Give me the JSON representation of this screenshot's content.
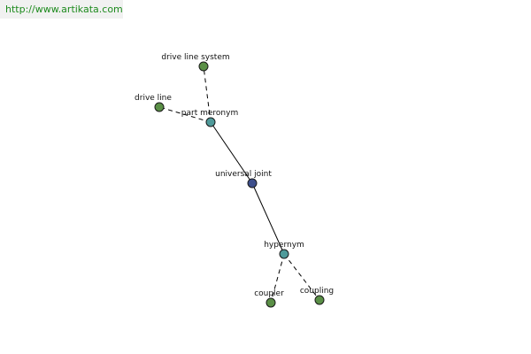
{
  "watermark": {
    "text": "http://www.artikata.com"
  },
  "colors": {
    "leaf_node": "#5a8f46",
    "relation_node": "#4f9a9a",
    "focus_node": "#3d4f8c"
  },
  "nodes": {
    "drive_line_system": {
      "label": "drive line system",
      "kind": "leaf"
    },
    "drive_line": {
      "label": "drive line",
      "kind": "leaf"
    },
    "part_meronym": {
      "label": "part meronym",
      "kind": "relation"
    },
    "universal_joint": {
      "label": "universal joint",
      "kind": "focus"
    },
    "hypernym": {
      "label": "hypernym",
      "kind": "relation"
    },
    "coupler": {
      "label": "coupler",
      "kind": "leaf"
    },
    "coupling": {
      "label": "coupling",
      "kind": "leaf"
    }
  },
  "edges": [
    {
      "from": "part_meronym",
      "to": "drive_line_system",
      "style": "dashed"
    },
    {
      "from": "part_meronym",
      "to": "drive_line",
      "style": "dashed"
    },
    {
      "from": "universal_joint",
      "to": "part_meronym",
      "style": "solid"
    },
    {
      "from": "universal_joint",
      "to": "hypernym",
      "style": "solid"
    },
    {
      "from": "hypernym",
      "to": "coupler",
      "style": "dashed"
    },
    {
      "from": "hypernym",
      "to": "coupling",
      "style": "dashed"
    }
  ]
}
